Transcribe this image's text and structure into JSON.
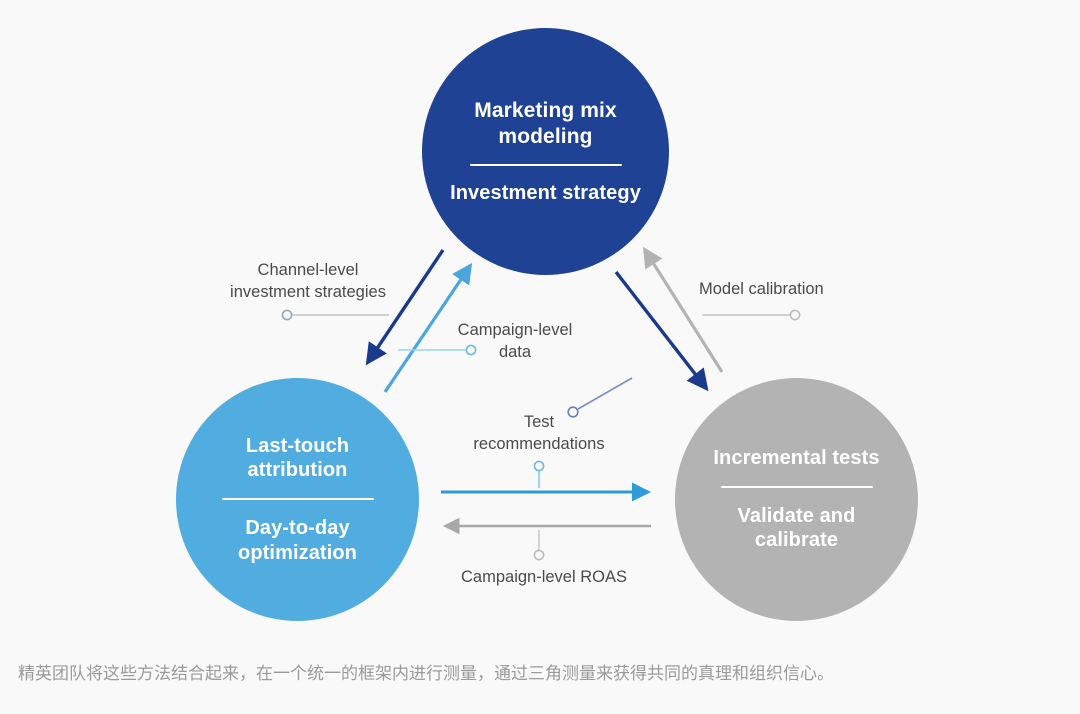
{
  "diagram": {
    "background_color": "#f9f9f9",
    "nodes": [
      {
        "id": "marketing-mix-modeling",
        "title": "Marketing mix\nmodeling",
        "subtitle": "Investment\nstrategy",
        "color": "#1f4295",
        "text_color": "#ffffff"
      },
      {
        "id": "last-touch-attribution",
        "title": "Last-touch\nattribution",
        "subtitle": "Day-to-day\noptimization",
        "color": "#51ace0",
        "text_color": "#ffffff"
      },
      {
        "id": "incremental-tests",
        "title": "Incremental\ntests",
        "subtitle": "Validate and\ncalibrate",
        "color": "#b3b3b3",
        "text_color": "#ffffff"
      }
    ],
    "edge_labels": {
      "channel_investment": "Channel-level\ninvestment strategies",
      "model_calibration": "Model calibration",
      "campaign_data": "Campaign-level\ndata",
      "test_recommendations": "Test\nrecommendations",
      "campaign_roas": "Campaign-level ROAS"
    },
    "edge_colors": {
      "navy_arrow": "#1b3a8c",
      "light_blue_arrow": "#4ba6dd",
      "gray_arrow": "#b3b3b3",
      "leader_gray": "#c9c9c9",
      "leader_navy": "#6f7fb8",
      "leader_blue": "#8ecbea"
    },
    "caption": "精英团队将这些方法结合起来，在一个统一的框架内进行测量，通过三角测量来获得共同的真理和组织信心。"
  }
}
